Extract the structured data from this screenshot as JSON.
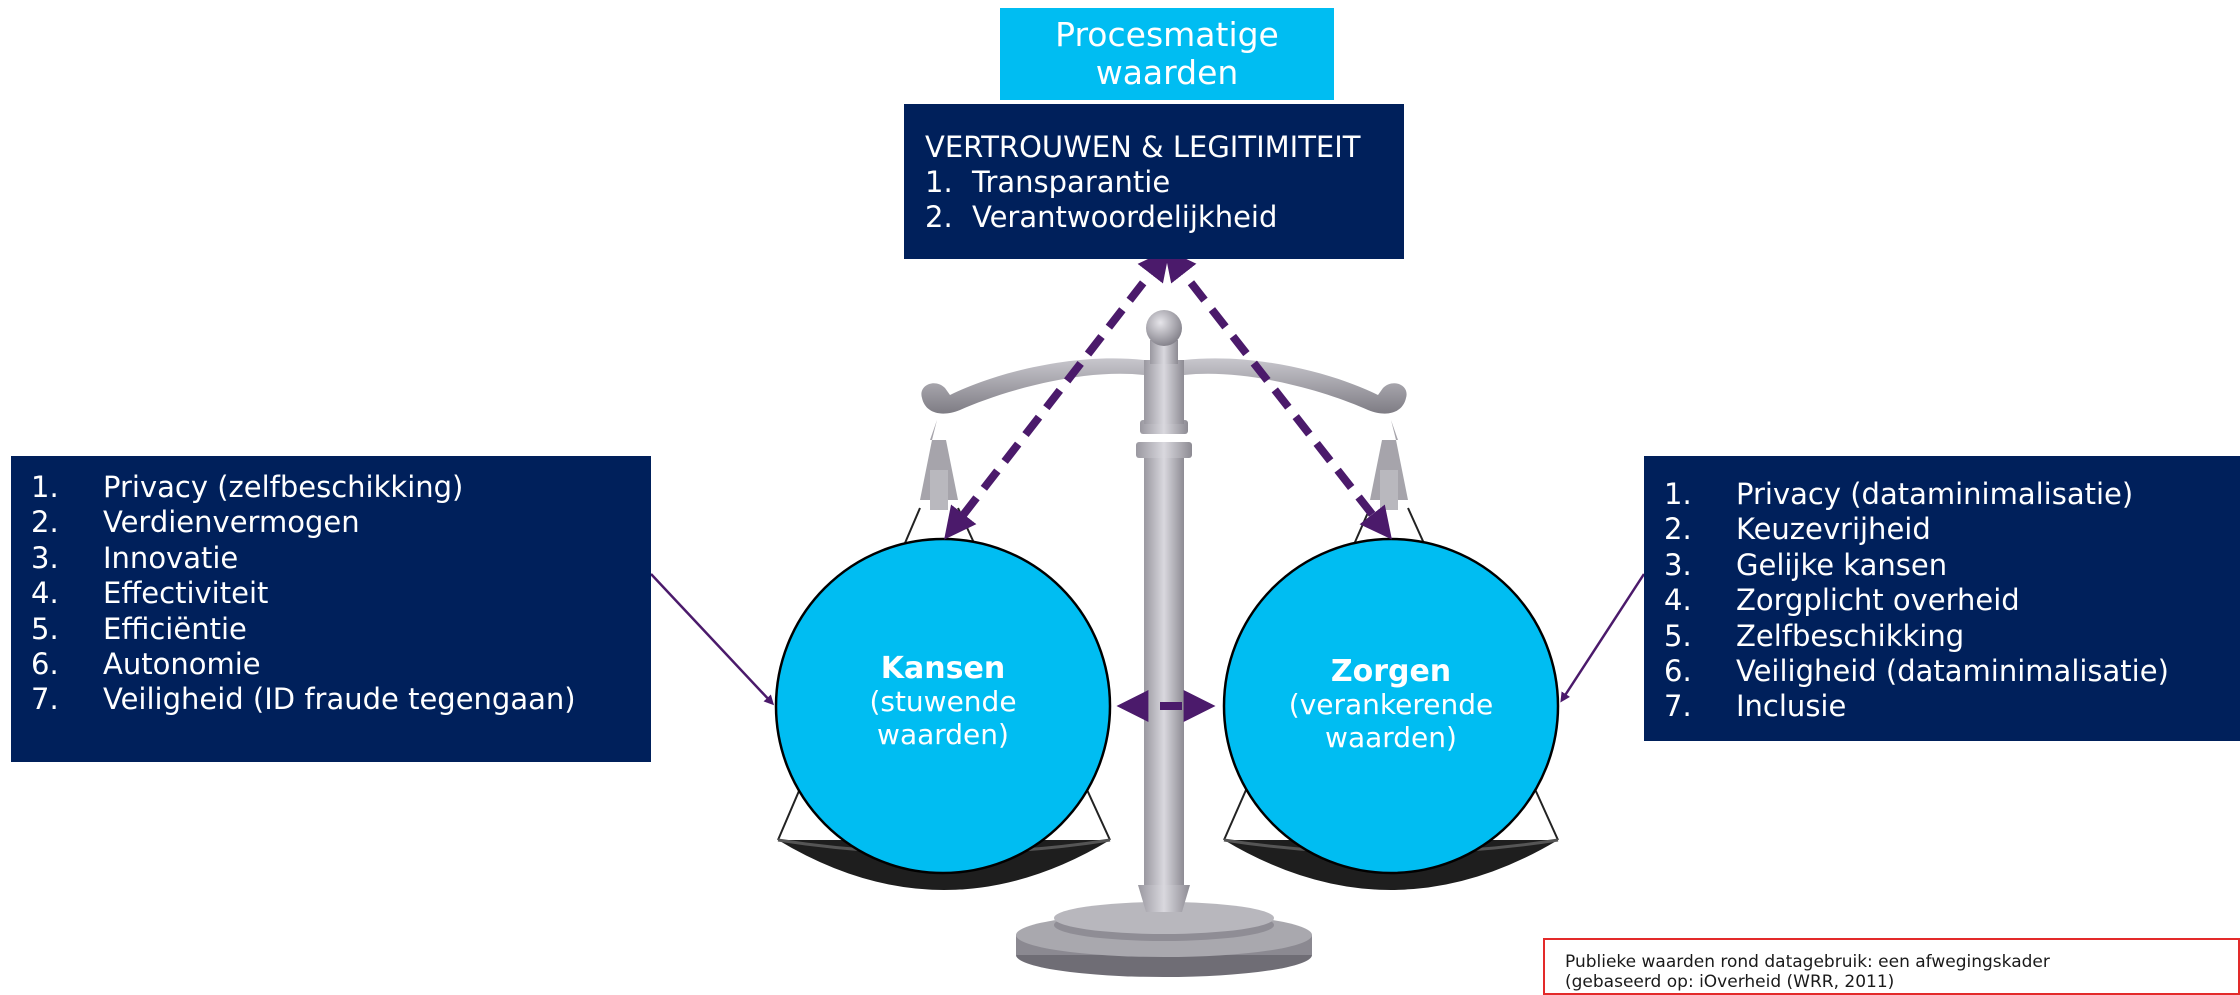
{
  "header": {
    "line1": "Procesmatige",
    "line2": "waarden"
  },
  "procedural": {
    "title": "VERTROUWEN & LEGITIMITEIT",
    "items": [
      {
        "num": "1.",
        "label": "Transparantie"
      },
      {
        "num": "2.",
        "label": "Verantwoordelijkheid"
      }
    ]
  },
  "left_list": [
    {
      "num": "1.",
      "label": "Privacy (zelfbeschikking)"
    },
    {
      "num": "2.",
      "label": "Verdienvermogen"
    },
    {
      "num": "3.",
      "label": "Innovatie"
    },
    {
      "num": "4.",
      "label": "Effectiviteit"
    },
    {
      "num": "5.",
      "label": "Efficiëntie"
    },
    {
      "num": "6.",
      "label": "Autonomie"
    },
    {
      "num": "7.",
      "label": "Veiligheid (ID fraude tegengaan)"
    }
  ],
  "right_list": [
    {
      "num": "1.",
      "label": "Privacy (dataminimalisatie)"
    },
    {
      "num": "2.",
      "label": "Keuzevrijheid"
    },
    {
      "num": "3.",
      "label": "Gelijke kansen"
    },
    {
      "num": "4.",
      "label": "Zorgplicht overheid"
    },
    {
      "num": "5.",
      "label": "Zelfbeschikking"
    },
    {
      "num": "6.",
      "label": "Veiligheid (dataminimalisatie)"
    },
    {
      "num": "7.",
      "label": "Inclusie"
    }
  ],
  "left_circle": {
    "title": "Kansen",
    "sub1": "(stuwende",
    "sub2": "waarden)"
  },
  "right_circle": {
    "title": "Zorgen",
    "sub1": "(verankerende",
    "sub2": "waarden)"
  },
  "source": {
    "line1": "Publieke waarden rond datagebruik: een afwegingskader",
    "line2": "(gebaseerd op: iOverheid (WRR, 2011)"
  },
  "colors": {
    "navy": "#00205b",
    "cyan": "#00bdf2",
    "arrow": "#4b1a6b",
    "border_red": "#e32a2a"
  }
}
